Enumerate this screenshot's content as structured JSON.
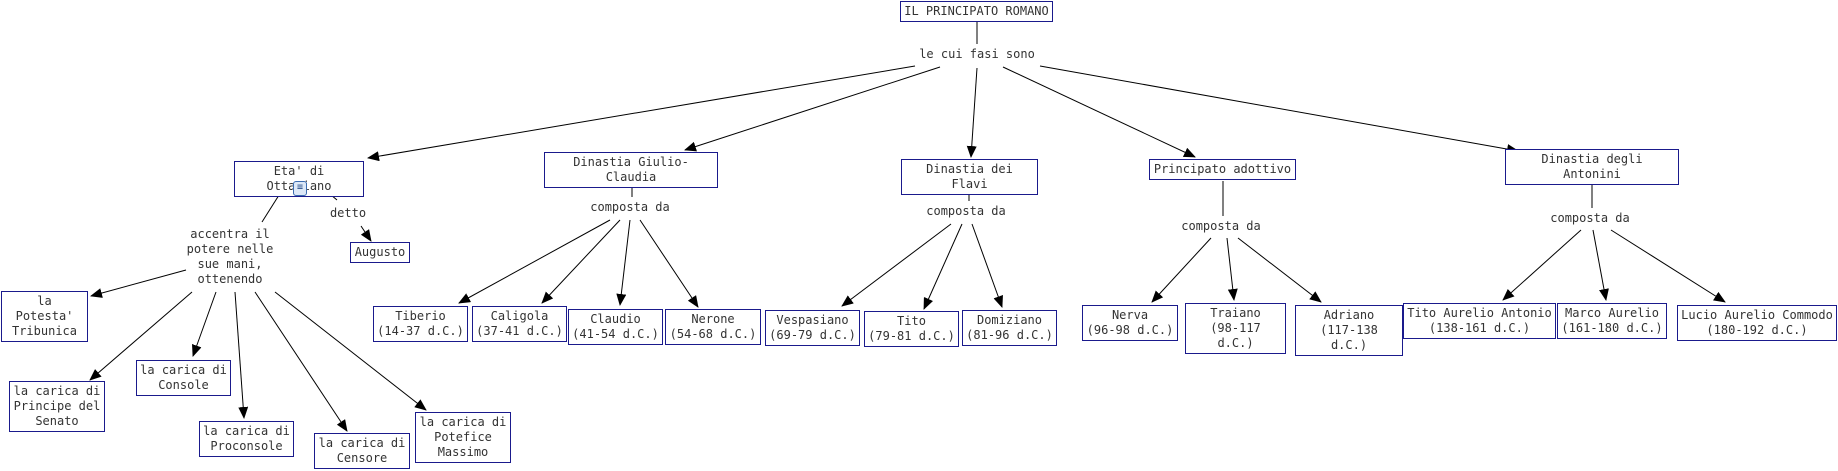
{
  "diagram": {
    "root": "IL PRINCIPATO ROMANO",
    "root_link": "le cui fasi sono",
    "ottaviano": {
      "title": "Eta' di Ottaviano",
      "accentra": "accentra il\npotere nelle\nsue mani,\nottenendo",
      "detto": "detto",
      "augusto": "Augusto",
      "cariche": [
        "la Potesta'\nTribunica",
        "la carica di\nPrincipe del\nSenato",
        "la carica di\nConsole",
        "la carica di\nProconsole",
        "la carica di\nCensore",
        "la carica di\nPotefice\nMassimo"
      ]
    },
    "giulio_claudia": {
      "title": "Dinastia Giulio-Claudia",
      "link": "composta da",
      "members": [
        "Tiberio\n(14-37 d.C.)",
        "Caligola\n(37-41 d.C.)",
        "Claudio\n(41-54 d.C.)",
        "Nerone\n(54-68 d.C.)"
      ]
    },
    "flavi": {
      "title": "Dinastia dei Flavi",
      "link": "composta da",
      "members": [
        "Vespasiano\n(69-79 d.C.)",
        "Tito\n(79-81 d.C.)",
        "Domiziano\n(81-96 d.C.)"
      ]
    },
    "adottivo": {
      "title": "Principato adottivo",
      "link": "composta da",
      "members": [
        "Nerva\n(96-98 d.C.)",
        "Traiano\n(98-117 d.C.)",
        "Adriano\n(117-138 d.C.)"
      ]
    },
    "antonini": {
      "title": "Dinastia degli Antonini",
      "link": "composta da",
      "members": [
        "Tito Aurelio Antonio\n(138-161 d.C.)",
        "Marco Aurelio\n(161-180 d.C.)",
        "Lucio Aurelio Commodo\n(180-192 d.C.)"
      ]
    }
  },
  "colors": {
    "border": "#1a1a8c",
    "line": "#000000",
    "text": "#333333"
  },
  "icons": {
    "note": "note-icon"
  }
}
